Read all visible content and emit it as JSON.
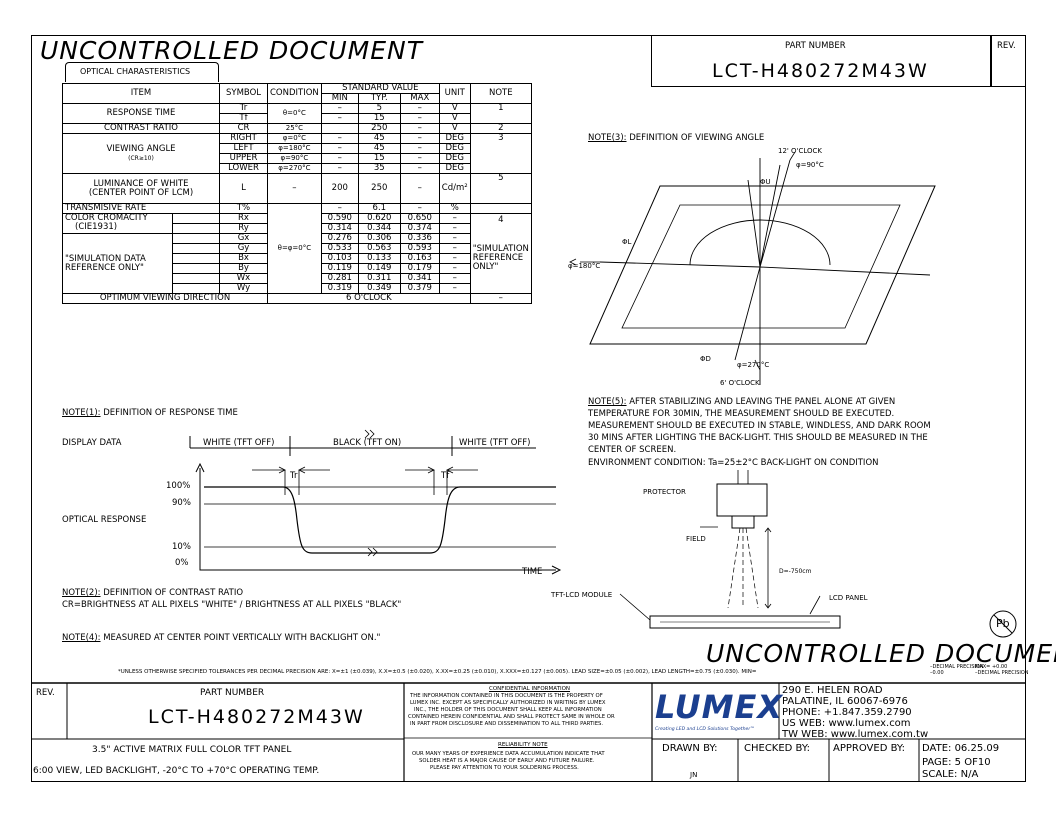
{
  "header": {
    "watermark_top": "UNCONTROLLED DOCUMENT",
    "part_number_label": "PART NUMBER",
    "part_number": "LCT-H480272M43W",
    "rev_label": "REV.",
    "tab_label": "OPTICAL CHARASTERISTICS"
  },
  "table": {
    "headers": {
      "item": "ITEM",
      "symbol": "SYMBOL",
      "condition": "CONDITION",
      "standard_value": "STANDARD VALUE",
      "min": "MIN",
      "typ": "TYP.",
      "max": "MAX",
      "unit": "UNIT",
      "note": "NOTE"
    },
    "response_time": {
      "item": "RESPONSE TIME",
      "cond": "θ=0°C",
      "rows": [
        {
          "symbol": "Tr",
          "min": "–",
          "typ": "5",
          "max": "–",
          "unit": "V",
          "note": "1"
        },
        {
          "symbol": "Tf",
          "min": "–",
          "typ": "15",
          "max": "–",
          "unit": "V",
          "note": ""
        }
      ]
    },
    "contrast": {
      "item": "CONTRAST RATIO",
      "symbol": "CR",
      "cond": "25°C",
      "typ": "250",
      "max": "–",
      "unit": "V",
      "note": "2"
    },
    "viewing": {
      "item": "VIEWING ANGLE",
      "sub": "(CR≥10)",
      "note": "3",
      "rows": [
        {
          "symbol": "RIGHT",
          "cond": "φ=0°C",
          "min": "–",
          "typ": "45",
          "max": "–",
          "unit": "DEG"
        },
        {
          "symbol": "LEFT",
          "cond": "φ=180°C",
          "min": "–",
          "typ": "45",
          "max": "–",
          "unit": "DEG"
        },
        {
          "symbol": "UPPER",
          "cond": "φ=90°C",
          "min": "–",
          "typ": "15",
          "max": "–",
          "unit": "DEG"
        },
        {
          "symbol": "LOWER",
          "cond": "φ=270°C",
          "min": "–",
          "typ": "35",
          "max": "–",
          "unit": "DEG"
        }
      ]
    },
    "luminance": {
      "item1": "LUMINANCE OF WHITE",
      "item2": "(CENTER POINT OF LCM)",
      "symbol": "L",
      "cond": "–",
      "min": "200",
      "typ": "250",
      "max": "–",
      "unit": "Cd/m²",
      "note": "5"
    },
    "transmissive": {
      "item": "TRANSMISIVE RATE",
      "symbol": "T%",
      "min": "–",
      "typ": "6.1",
      "max": "–",
      "unit": "%"
    },
    "color": {
      "item1": "COLOR CROMACITY",
      "item2": "(CIE1931)",
      "item3": "\"SIMULATION DATA",
      "item4": "REFERENCE ONLY\"",
      "cond": "θ=φ=0°C",
      "note_num": "4",
      "note1": "\"SIMULATION",
      "note2": "REFERENCE",
      "note3": "ONLY\"",
      "rows": [
        {
          "symbol": "Rx",
          "min": "0.590",
          "typ": "0.620",
          "max": "0.650",
          "unit": "–"
        },
        {
          "symbol": "Ry",
          "min": "0.314",
          "typ": "0.344",
          "max": "0.374",
          "unit": "–"
        },
        {
          "symbol": "Gx",
          "min": "0.276",
          "typ": "0.306",
          "max": "0.336",
          "unit": "–"
        },
        {
          "symbol": "Gy",
          "min": "0.533",
          "typ": "0.563",
          "max": "0.593",
          "unit": "–"
        },
        {
          "symbol": "Bx",
          "min": "0.103",
          "typ": "0.133",
          "max": "0.163",
          "unit": "–"
        },
        {
          "symbol": "By",
          "min": "0.119",
          "typ": "0.149",
          "max": "0.179",
          "unit": "–"
        },
        {
          "symbol": "Wx",
          "min": "0.281",
          "typ": "0.311",
          "max": "0.341",
          "unit": "–"
        },
        {
          "symbol": "Wy",
          "min": "0.319",
          "typ": "0.349",
          "max": "0.379",
          "unit": "–"
        }
      ]
    },
    "optimum": {
      "item": "OPTIMUM VIEWING DIRECTION",
      "value": "6 O'CLOCK",
      "note": "–"
    }
  },
  "note1": {
    "title": "NOTE(1):",
    "text": " DEFINITION OF RESPONSE TIME",
    "display_data": "DISPLAY DATA",
    "white1": "WHITE (TFT OFF)",
    "black": "BLACK (TFT ON)",
    "white2": "WHITE (TFT OFF)",
    "optical_response": "OPTICAL RESPONSE",
    "p100": "100%",
    "p90": "90%",
    "p10": "10%",
    "p0": "0%",
    "tr": "Tr",
    "tf": "Tf",
    "time": "TIME"
  },
  "note2": {
    "title": "NOTE(2):",
    "text": " DEFINITION OF CONTRAST RATIO",
    "formula": "CR=BRIGHTNESS AT ALL PIXELS \"WHITE\" / BRIGHTNESS AT ALL PIXELS \"BLACK\""
  },
  "note4": {
    "title": "NOTE(4):",
    "text": " MEASURED AT CENTER POINT VERTICALLY WITH BACKLIGHT ON.\""
  },
  "note3": {
    "title": "NOTE(3):",
    "text": " DEFINITION OF VIEWING ANGLE",
    "clock12": "12' O'CLOCK",
    "phi90": "φ=90°C",
    "thetaU": "ΦU",
    "thetaL": "ΦL",
    "phi180": "φ=180°C",
    "thetaD": "ΦD",
    "phi270": "φ=270°C",
    "clock6": "6' O'CLOCK"
  },
  "note5": {
    "title": "NOTE(5):",
    "lines": [
      " AFTER STABILIZING AND LEAVING THE PANEL ALONE AT GIVEN",
      "TEMPERATURE FOR 30MIN, THE MEASUREMENT SHOULD BE EXECUTED.",
      "MEASUREMENT SHOULD BE EXECUTED IN STABLE, WINDLESS, AND DARK ROOM",
      "30 MINS AFTER LIGHTING THE BACK-LIGHT. THIS SHOULD BE MEASURED IN THE",
      "CENTER OF SCREEN.",
      "ENVIRONMENT CONDITION: Ta=25±2°C BACK-LIGHT ON CONDITION"
    ],
    "protector": "PROTECTOR",
    "field": "FIELD",
    "distance": "D=-750cm",
    "module": "TFT-LCD MODULE",
    "panel": "LCD PANEL",
    "pb": "Pb"
  },
  "watermark_bottom": "UNCONTROLLED DOCUMENT",
  "tolerance": "*UNLESS OTHERWISE SPECIFIED TOLERANCES PER DECIMAL PRECISION ARE: X=±1 (±0.039), X.X=±0.5 (±0.020), X.XX=±0.25 (±0.010), X.XXX=±0.127 (±0.005). LEAD SIZE=±0.05 (±0.002), LEAD LENGTH=±0.75 (±0.030). MIN=",
  "tolerance_min": "–DECIMAL PRECISION",
  "tolerance_min_sub": "–0.00",
  "tolerance_max": "MAX=",
  "tolerance_max_top": "+0.00",
  "tolerance_max_bot": "–DECIMAL PRECISION",
  "footer": {
    "rev_label": "REV.",
    "part_number_label": "PART NUMBER",
    "part_number": "LCT-H480272M43W",
    "desc1": "3.5\" ACTIVE MATRIX FULL COLOR TFT PANEL",
    "desc2": "6:00 VIEW, LED BACKLIGHT, -20°C TO +70°C OPERATING TEMP.",
    "conf_title": "CONFIDENTIAL INFORMATION",
    "conf_lines": [
      "THE INFORMATION CONTAINED IN THIS DOCUMENT IS THE PROPERTY OF",
      "LUMEX INC.  EXCEPT AS SPECIFICALLY AUTHORIZED IN WRITING BY LUMEX",
      "INC., THE HOLDER OF THIS DOCUMENT SHALL KEEP ALL INFORMATION",
      "CONTAINED HEREIN CONFIDENTIAL AND SHALL PROTECT SAME IN WHOLE OR",
      "IN PART FROM DISCLOSURE AND DISSEMINATION TO ALL THIRD PARTIES."
    ],
    "rel_title": "RELIABILITY NOTE",
    "rel_lines": [
      "OUR MANY YEARS OF EXPERIENCE DATA ACCUMULATION INDICATE THAT",
      "SOLDER HEAT IS A MAJOR CAUSE OF EARLY AND FUTURE FAILURE.",
      "PLEASE PAY ATTENTION TO YOUR SOLDERING PROCESS."
    ],
    "logo": "LUMEX",
    "logo_tag": "Creating LED and LCD Solutions Together™",
    "addr1": "290 E. HELEN ROAD",
    "addr2": "PALATINE, IL 60067-6976",
    "phone": "PHONE: +1.847.359.2790",
    "us_web": "US WEB: www.lumex.com",
    "tw_web": "TW WEB: www.lumex.com.tw",
    "drawn_by": "DRAWN BY:",
    "drawn_val": "JN",
    "checked_by": "CHECKED BY:",
    "approved_by": "APPROVED BY:",
    "date": "DATE:   06.25.09",
    "page": "PAGE:   5 OF10",
    "scale": "SCALE:   N/A"
  },
  "colors": {
    "logo_blue": "#1b3f8f",
    "ink": "#000000"
  }
}
